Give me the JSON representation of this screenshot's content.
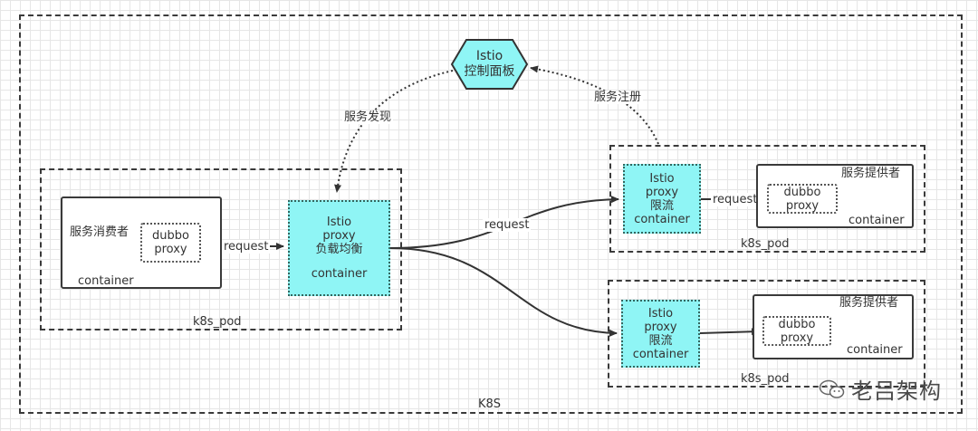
{
  "cluster": {
    "label": "K8S"
  },
  "control_plane": {
    "line1": "Istio",
    "line2": "控制面板"
  },
  "edges": {
    "discovery": "服务发现",
    "registration": "服务注册",
    "request": "request"
  },
  "consumer_pod": {
    "pod_label": "k8s_pod",
    "app": {
      "title": "服务消费者",
      "container_label": "container",
      "proxy_line1": "dubbo",
      "proxy_line2": "proxy"
    },
    "sidecar": {
      "line1": "Istio",
      "line2": "proxy",
      "line3": "负载均衡",
      "line4": "container"
    }
  },
  "provider_pods": [
    {
      "pod_label": "k8s_pod",
      "app": {
        "title": "服务提供者",
        "container_label": "container",
        "proxy_line1": "dubbo",
        "proxy_line2": "proxy"
      },
      "sidecar": {
        "line1": "Istio",
        "line2": "proxy",
        "line3": "限流",
        "line4": "container"
      }
    },
    {
      "pod_label": "k8s_pod",
      "app": {
        "title": "服务提供者",
        "container_label": "container",
        "proxy_line1": "dubbo",
        "proxy_line2": "proxy"
      },
      "sidecar": {
        "line1": "Istio",
        "line2": "proxy",
        "line3": "限流",
        "line4": "container"
      }
    }
  ],
  "watermark": {
    "text": "老吕架构"
  },
  "colors": {
    "sidecar_fill": "#8ff5f5",
    "hexagon_fill": "#8ff5f5",
    "border": "#3a3a3a"
  }
}
